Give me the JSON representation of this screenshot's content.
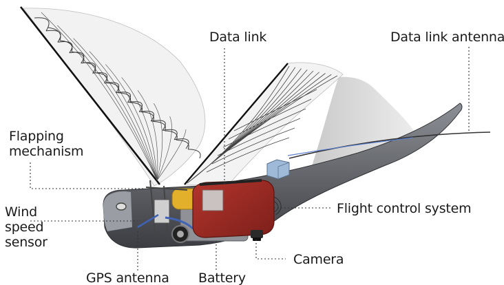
{
  "labels": {
    "data_link": "Data link",
    "data_link_antenna": "Data link antenna",
    "flapping_mechanism": "Flapping\nmechanism",
    "wind_speed_sensor": "Wind\nspeed\nsensor",
    "flight_control_system": "Flight control system",
    "camera": "Camera",
    "gps_antenna": "GPS antenna",
    "battery": "Battery"
  },
  "colors": {
    "body": "#5f6166",
    "body_dark": "#3b3d42",
    "wing_membrane": "#f2f2f2",
    "tail": "#dedede",
    "flight_control_box": "#9c2a24",
    "battery": "#8f9196",
    "flapping_gear": "#e3b02b",
    "data_link_module": "#9fbad8",
    "wire": "#3f63b5",
    "leader_line": "#333333"
  }
}
